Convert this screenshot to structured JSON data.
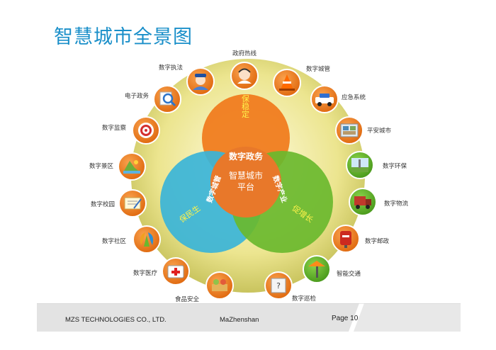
{
  "title": "智慧城市全景图",
  "center": {
    "line1": "智慧城市",
    "line2": "平台",
    "digital_gov": "数字政务",
    "digital_industry": "数字产业",
    "digital_city_mgmt": "数字城管"
  },
  "circles": {
    "top": "保稳定",
    "left": "保民生",
    "right": "促增长"
  },
  "nodes": [
    {
      "label": "政府热线",
      "icon": "operator-icon"
    },
    {
      "label": "数字城管",
      "icon": "traffic-cone-icon"
    },
    {
      "label": "应急系统",
      "icon": "police-car-icon"
    },
    {
      "label": "平安城市",
      "icon": "surveillance-icon"
    },
    {
      "label": "数字环保",
      "icon": "environment-icon"
    },
    {
      "label": "数字物流",
      "icon": "truck-icon"
    },
    {
      "label": "数字邮政",
      "icon": "mailbox-icon"
    },
    {
      "label": "智能交通",
      "icon": "road-sign-icon"
    },
    {
      "label": "数字巡检",
      "icon": "inspection-icon"
    },
    {
      "label": "食品安全",
      "icon": "food-icon"
    },
    {
      "label": "数字医疗",
      "icon": "first-aid-icon"
    },
    {
      "label": "数字社区",
      "icon": "community-icon"
    },
    {
      "label": "数字校园",
      "icon": "notebook-icon"
    },
    {
      "label": "数字景区",
      "icon": "scenery-icon"
    },
    {
      "label": "数字监察",
      "icon": "target-icon"
    },
    {
      "label": "电子政务",
      "icon": "magnifier-icon"
    },
    {
      "label": "数字执法",
      "icon": "officer-icon"
    }
  ],
  "colors": {
    "title": "#1a8fc9",
    "node_fill": "#f07c1f",
    "node_alt": "#5aa82a",
    "top_circle": "#f07c1f",
    "left_circle": "#3ab4d8",
    "right_circle": "#6ab82e",
    "halo": "#e6e08a"
  },
  "footer": {
    "company": "MZS TECHNOLOGIES CO., LTD.",
    "author": "MaZhenshan",
    "page": "Page 10"
  }
}
